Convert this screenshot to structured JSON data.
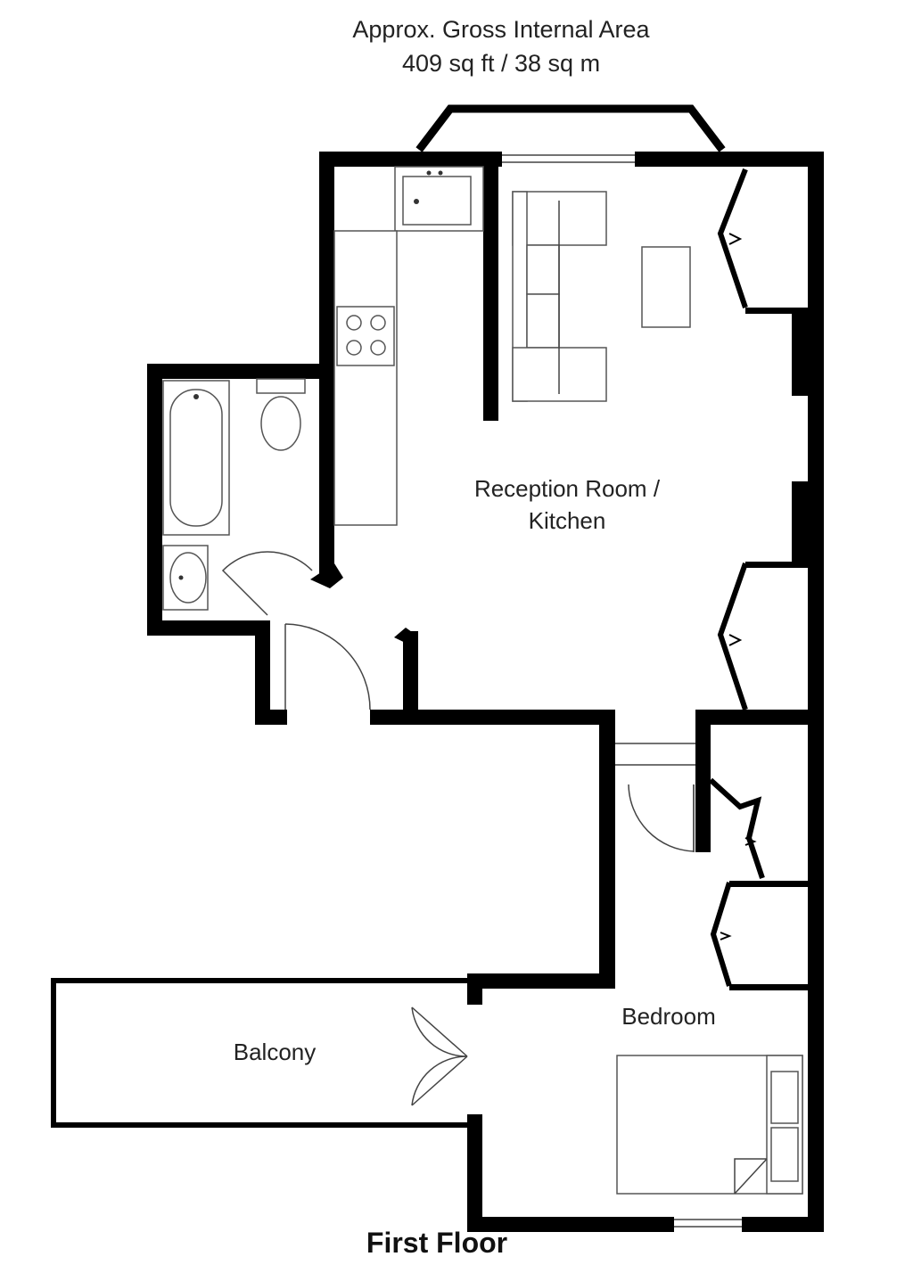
{
  "header": {
    "area_title": "Approx. Gross Internal Area",
    "area_value": "409 sq ft / 38 sq m"
  },
  "rooms": {
    "reception": [
      "Reception Room /",
      "Kitchen"
    ],
    "bedroom": "Bedroom",
    "balcony": "Balcony"
  },
  "floor_name": "First Floor"
}
